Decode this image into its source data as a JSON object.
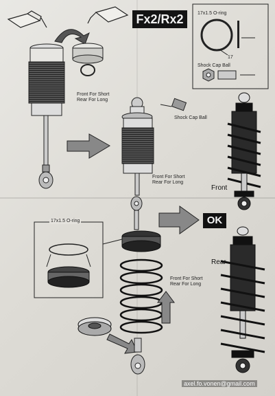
{
  "title": "Fx2/Rx2",
  "labels": {
    "o_ring_top": "17x1.5 O-ring",
    "o_ring_num": "17",
    "shock_cap_ball_top": "Shock Cap Ball",
    "front_rear_1": "Front For Short\nRear For Long",
    "shock_cap_ball_mid": "Shock Cap Ball",
    "front_rear_2": "Front For Short\nRear For Long",
    "o_ring_inset": "17x1.5 O-ring",
    "front_rear_3": "Front For Short\nRear For Long",
    "front": "Front",
    "rear": "Rear",
    "ok": "OK",
    "email": "axel.fo.vonen@gmail.com"
  },
  "colors": {
    "ink": "#1a1a1a",
    "paper": "#e4e2dd",
    "box_fill": "#141414"
  }
}
